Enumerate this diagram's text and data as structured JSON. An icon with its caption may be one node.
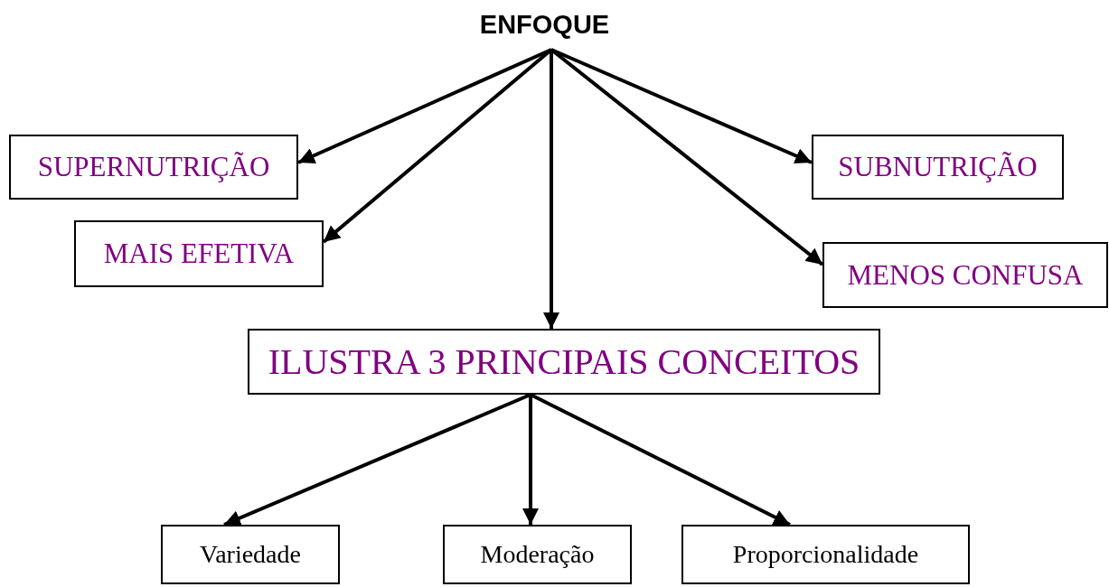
{
  "diagram": {
    "nodes": [
      {
        "text": [
          "ENFOQUE"
        ]
      },
      {
        "text": [
          "SUPERNUTRIÇÃO"
        ]
      },
      {
        "text": [
          "SUBNUTRIÇÃO"
        ]
      },
      {
        "text": [
          "MAIS EFETIVA"
        ]
      },
      {
        "text": [
          "MENOS CONFUSA"
        ]
      },
      {
        "text": [
          "ILUSTRA 3 PRINCIPAIS CONCEITOS"
        ]
      },
      {
        "text": [
          "Variedade"
        ]
      },
      {
        "text": [
          "Moderação"
        ]
      },
      {
        "text": [
          "Proporcionalidade"
        ]
      }
    ],
    "edges": [
      {
        "from": 0,
        "to": 1,
        "arrow": "to"
      },
      {
        "from": 0,
        "to": 3,
        "arrow": "to"
      },
      {
        "from": 0,
        "to": 5,
        "arrow": "to"
      },
      {
        "from": 0,
        "to": 4,
        "arrow": "to"
      },
      {
        "from": 0,
        "to": 2,
        "arrow": "to"
      },
      {
        "from": 5,
        "to": 6,
        "arrow": "to"
      },
      {
        "from": 5,
        "to": 7,
        "arrow": "to"
      },
      {
        "from": 5,
        "to": 8,
        "arrow": "to"
      }
    ]
  }
}
